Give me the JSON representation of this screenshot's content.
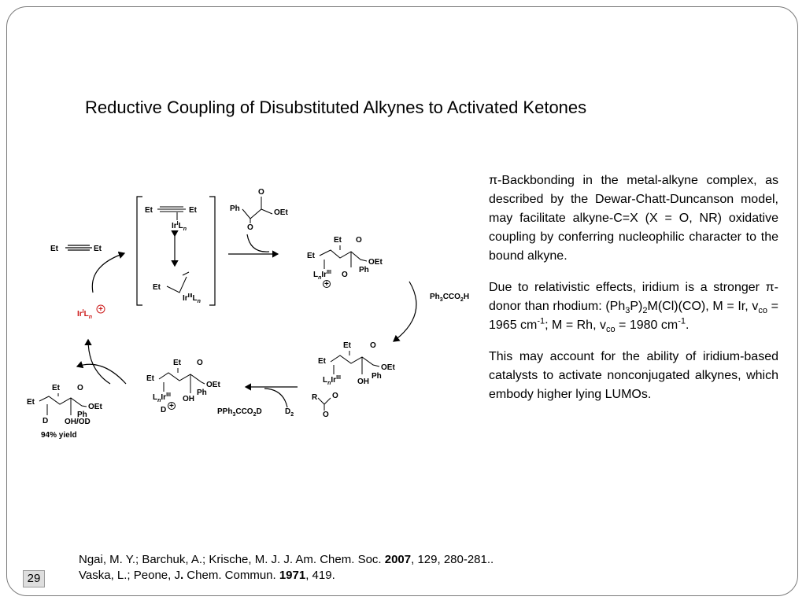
{
  "slide": {
    "title": "Reductive Coupling of Disubstituted Alkynes to Activated Ketones",
    "page_number": "29"
  },
  "scheme": {
    "alkyne": "Et",
    "alkyne_r": "Et",
    "catalyst": "Ir",
    "cat_sup": "I",
    "cat_l": "L",
    "cat_n": "n",
    "plus": "+",
    "bracket_top_et1": "Et",
    "bracket_top_et2": "Et",
    "bracket_top_ir": "Ir",
    "bracket_top_ir_sup": "I",
    "bracket_top_l": "L",
    "bracket_top_n": "n",
    "bracket_bot_et": "Et",
    "bracket_bot_ir": "Ir",
    "bracket_bot_ir_sup": "III",
    "bracket_bot_l": "L",
    "bracket_bot_n": "n",
    "ketone_ph": "Ph",
    "ketone_o1": "O",
    "ketone_o2": "O",
    "ketone_oet": "OEt",
    "int1_et1": "Et",
    "int1_et2": "Et",
    "int1_o": "O",
    "int1_oet": "OEt",
    "int1_ph": "Ph",
    "int1_o2": "O",
    "int1_l": "L",
    "int1_n": "n",
    "int1_ir": "Ir",
    "int1_ir_sup": "III",
    "int1_plus": "+",
    "acid": "Ph",
    "acid_3": "3",
    "acid_rest": "CCO",
    "acid_2": "2",
    "acid_h": "H",
    "int2_et1": "Et",
    "int2_et2": "Et",
    "int2_o": "O",
    "int2_oet": "OEt",
    "int2_ph": "Ph",
    "int2_oh": "OH",
    "int2_l": "L",
    "int2_n": "n",
    "int2_ir": "Ir",
    "int2_ir_sup": "III",
    "int2_r": "R",
    "int2_o3": "O",
    "int2_o4": "O",
    "int3_et1": "Et",
    "int3_et2": "Et",
    "int3_o": "O",
    "int3_oet": "OEt",
    "int3_ph": "Ph",
    "int3_oh": "OH",
    "int3_l": "L",
    "int3_n": "n",
    "int3_ir": "Ir",
    "int3_ir_sup": "III",
    "int3_d": "D",
    "int3_plus": "+",
    "d2": "D",
    "d2_sub": "2",
    "byproduct": "PPh",
    "byproduct_3": "3",
    "byproduct_rest": "CCO",
    "byproduct_2": "2",
    "byproduct_d": "D",
    "prod_et1": "Et",
    "prod_et2": "Et",
    "prod_o": "O",
    "prod_oet": "OEt",
    "prod_ph": "Ph",
    "prod_ohod": "OH/OD",
    "prod_d": "D",
    "yield": "94% yield"
  },
  "side_text": {
    "p1": "π-Backbonding in the metal-alkyne complex, as described by the Dewar-Chatt-Duncanson model, may facilitate alkyne-C=X (X = O, NR) oxidative coupling by conferring nucleophilic character to the bound alkyne.",
    "p2_a": "Due to relativistic effects, iridium is a stronger π-donor than rhodium: (Ph",
    "p2_sub3": "3",
    "p2_b": "P)",
    "p2_sub2": "2",
    "p2_c": "M(Cl)(CO), M = Ir, v",
    "p2_subco": "co",
    "p2_d": " = 1965 cm",
    "p2_sup1": "-1",
    "p2_e": "; M = Rh, v",
    "p2_subco2": "co",
    "p2_f": " = 1980 cm",
    "p2_sup2": "-1",
    "p2_g": ".",
    "p3": "This may account for the ability of iridium-based catalysts to activate nonconjugated alkynes, which embody higher lying LUMOs."
  },
  "references": {
    "ref1_a": "Ngai, M. Y.; Barchuk, A.; Krische, M. J. J. Am. Chem. Soc. ",
    "ref1_year": "2007",
    "ref1_b": ", 129, 280-281..",
    "ref2_a": "Vaska, L.; Peone, J",
    "ref2_dot": ".",
    "ref2_b": " Chem. Commun. ",
    "ref2_year": "1971",
    "ref2_c": ", 419."
  },
  "colors": {
    "catalyst_red": "#cc1b1b",
    "frame_gray": "#7a7a7a"
  }
}
